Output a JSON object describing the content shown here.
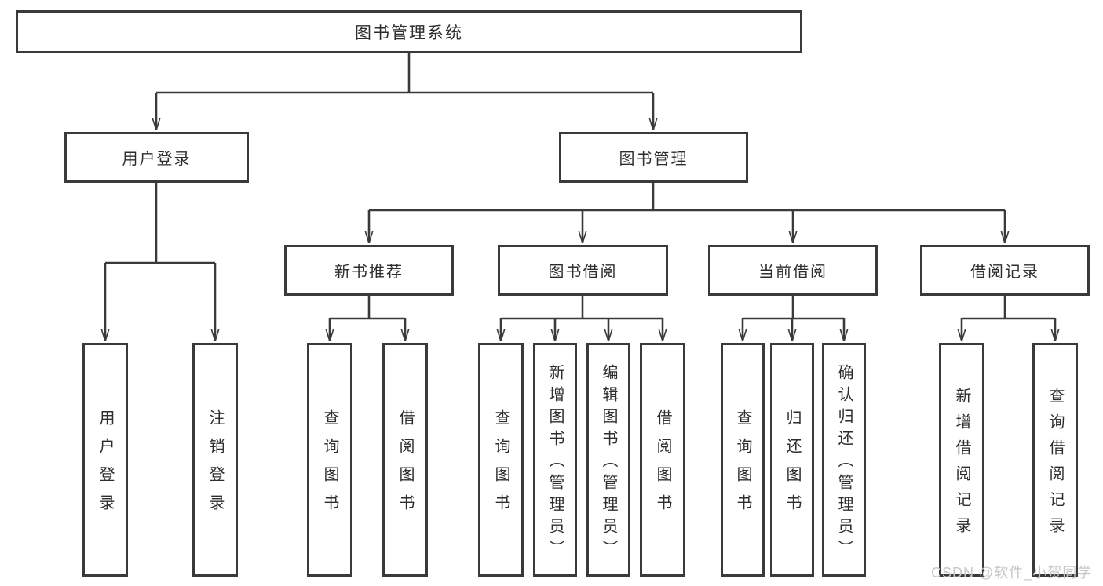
{
  "diagram": {
    "root": {
      "label": "图书管理系统"
    },
    "branches": [
      {
        "label": "用户登录",
        "leaves": [
          {
            "label": "用户登录"
          },
          {
            "label": "注销登录"
          }
        ]
      },
      {
        "label": "图书管理",
        "sections": [
          {
            "label": "新书推荐",
            "leaves": [
              {
                "label": "查询图书"
              },
              {
                "label": "借阅图书"
              }
            ]
          },
          {
            "label": "图书借阅",
            "leaves": [
              {
                "label": "查询图书"
              },
              {
                "label": "新增图书（管理员）"
              },
              {
                "label": "编辑图书（管理员）"
              },
              {
                "label": "借阅图书"
              }
            ]
          },
          {
            "label": "当前借阅",
            "leaves": [
              {
                "label": "查询图书"
              },
              {
                "label": "归还图书"
              },
              {
                "label": "确认归还（管理员）"
              }
            ]
          },
          {
            "label": "借阅记录",
            "leaves": [
              {
                "label": "新增借阅记录"
              },
              {
                "label": "查询借阅记录"
              }
            ]
          }
        ]
      }
    ]
  },
  "watermark": {
    "text": "CSDN @软件_小贺同学"
  },
  "colors": {
    "line": "#3a3a3a",
    "text": "#2e2e2e",
    "watermark": "#c7c7ca",
    "background": "#ffffff"
  }
}
